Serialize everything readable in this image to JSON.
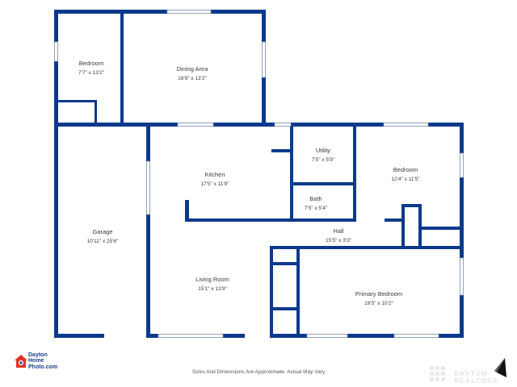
{
  "rooms": {
    "bedroom_small": {
      "name": "Bedroom",
      "dims": "7'7\" x 13'2\""
    },
    "dining": {
      "name": "Dining Area",
      "dims": "16'9\" x 13'2\""
    },
    "utility": {
      "name": "Utility",
      "dims": "7'5\" x 5'9\""
    },
    "kitchen": {
      "name": "Kitchen",
      "dims": "17'5\" x 11'9\""
    },
    "bedroom_right": {
      "name": "Bedroom",
      "dims": "12'4\" x 11'5\""
    },
    "bath": {
      "name": "Bath",
      "dims": "7'5\" x 5'4\""
    },
    "garage": {
      "name": "Garage",
      "dims": "10'11\" x 25'6\""
    },
    "hall": {
      "name": "Hall",
      "dims": "15'5\" x 3'3\""
    },
    "living": {
      "name": "Living Room",
      "dims": "15'1\" x 13'9\""
    },
    "primary": {
      "name": "Primary Bedroom",
      "dims": "19'5\" x 10'2\""
    }
  },
  "footer_note": "Sizes And Dimensions Are Approximate. Actual May Vary",
  "logo": {
    "line1": "Dayton",
    "line2": "Home",
    "line3": "Photo.com"
  },
  "watermark": {
    "text": "DAYTON REALTORS"
  },
  "colors": {
    "wall": "#0b3a8c",
    "logo": "#1c3d8f",
    "logo_accent": "#e0342b"
  }
}
